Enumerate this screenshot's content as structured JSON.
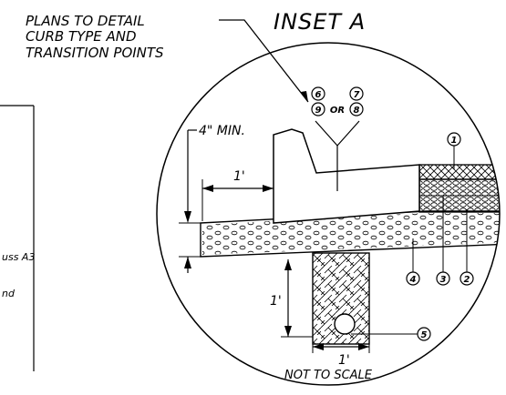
{
  "note": {
    "lines": [
      "PLANS TO DETAIL",
      "CURB TYPE AND",
      "TRANSITION POINTS"
    ]
  },
  "inset_title": "INSET A",
  "callouts": {
    "c6": "6",
    "c7": "7",
    "c9": "9",
    "c8": "8",
    "or_text": "OR",
    "c1": "1",
    "c2": "2",
    "c3": "3",
    "c4": "4",
    "c5": "5"
  },
  "dimensions": {
    "min_height": "4\" MIN.",
    "offset_top": "1'",
    "depth_left": "1'",
    "width_bottom": "1'"
  },
  "scale_note": "NOT TO SCALE",
  "left_panel": {
    "text_a3": "uss A3",
    "text_nd": "nd"
  }
}
